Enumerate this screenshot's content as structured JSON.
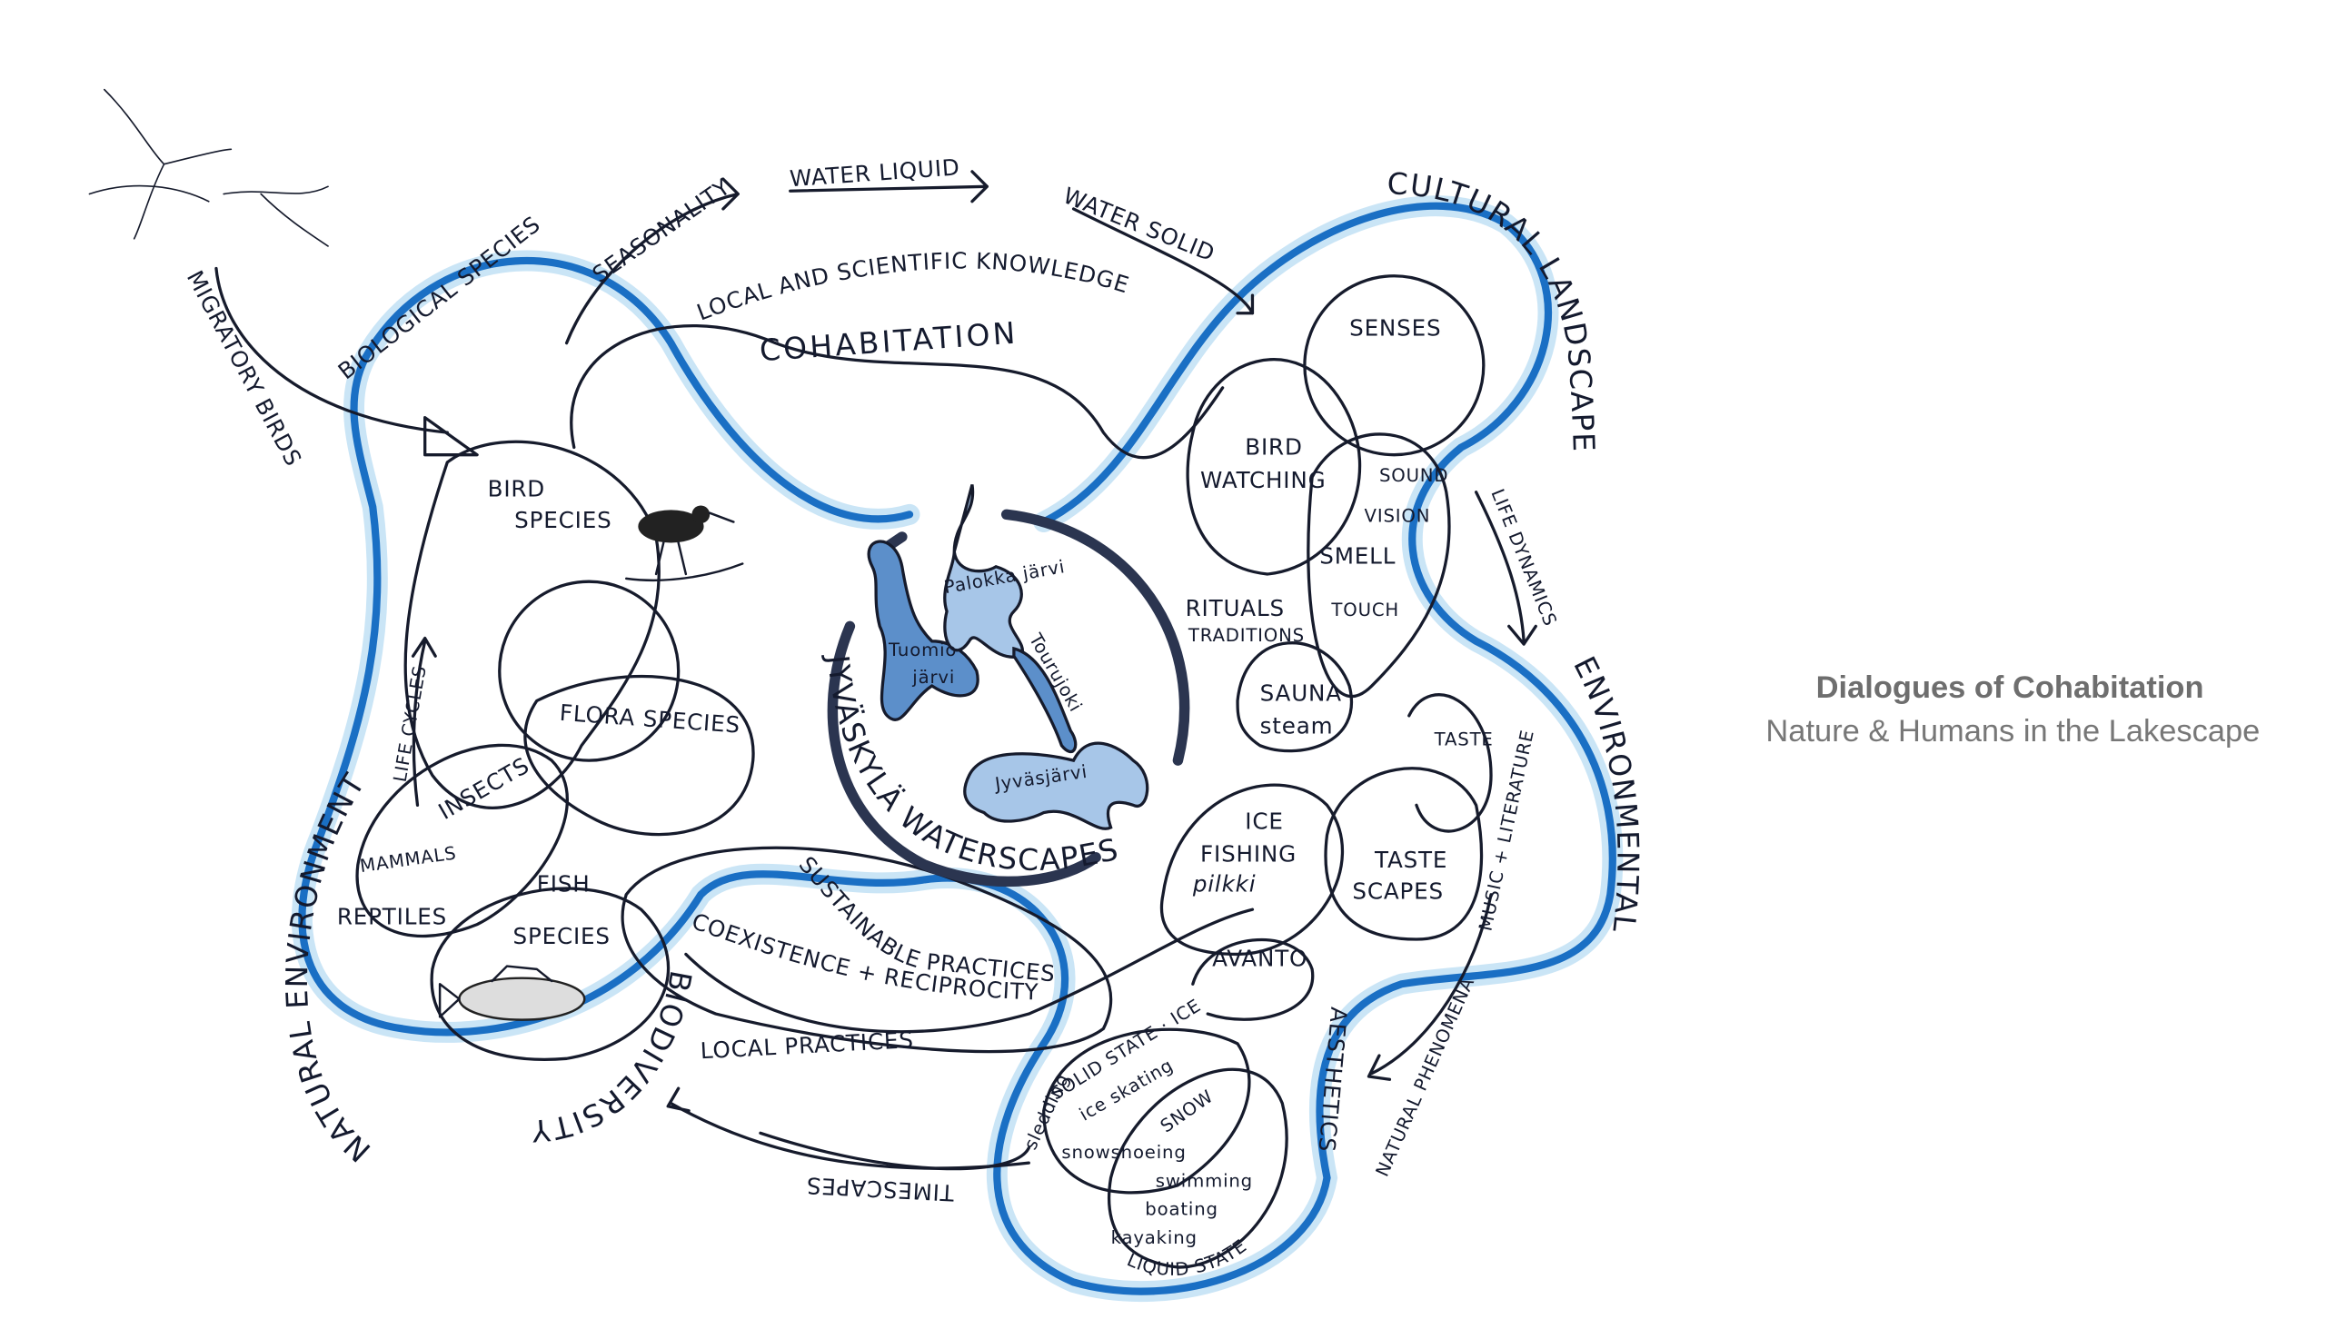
{
  "title": "Dialogues of Cohabitation",
  "subtitle": "Nature & Humans in the Lakescape",
  "colors": {
    "river": "#1a6fc4",
    "river_glow": "#9fd0ef",
    "ink": "#161b2c",
    "lake": "#a7c6e8",
    "title": "#6e6e6e"
  },
  "labels": {
    "migratory_birds": "MIGRATORY BIRDS",
    "biological_species": "BIOLOGICAL SPECIES",
    "seasonality": "SEASONALITY",
    "water_liquid": "WATER LIQUID",
    "water_solid": "WATER SOLID",
    "knowledge": "LOCAL AND SCIENTIFIC KNOWLEDGE",
    "cohabitation": "COHABITATION",
    "cultural_landscape": "CULTURAL LANDSCAPE",
    "senses": "SENSES",
    "bird_watching_1": "BIRD",
    "bird_watching_2": "WATCHING",
    "sound": "SOUND",
    "vision": "VISION",
    "smell": "SMELL",
    "touch": "TOUCH",
    "life_dynamics": "LIFE DYNAMICS",
    "rituals": "RITUALS",
    "traditions": "TRADITIONS",
    "sauna": "SAUNA",
    "steam": "steam",
    "taste": "TASTE",
    "music_literature": "MUSIC + LITERATURE",
    "environmental": "ENVIRONMENTAL",
    "ice": "ICE",
    "fishing": "FISHING",
    "pilkki": "pilkki",
    "taste_1": "TASTE",
    "scapes": "SCAPES",
    "avanto": "AVANTO",
    "natural_phenomena": "NATURAL PHENOMENA",
    "aesthetics": "AESTHETICS",
    "bird_species_1": "BIRD",
    "bird_species_2": "SPECIES",
    "flora_species": "FLORA SPECIES",
    "insects": "INSECTS",
    "life_cycles": "LIFE CYCLES",
    "mammals": "MAMMALS",
    "reptiles": "REPTILES",
    "fish": "FISH",
    "fish_species": "SPECIES",
    "natural_environment": "NATURAL ENVIRONMENT",
    "biodiversity": "BIODIVERSITY",
    "sustainable_practices": "SUSTAINABLE PRACTICES",
    "coexistence": "COEXISTENCE + RECIPROCITY",
    "local_practices": "LOCAL PRACTICES",
    "timescapes": "TIMESCAPES",
    "waterscapes": "JYVÄSKYLÄ WATERSCAPES",
    "palokkajarvi": "Palokka järvi",
    "tuomiojarvi_1": "Tuomio",
    "tuomiojarvi_2": "järvi",
    "tourujoki": "Tourujoki",
    "jyvasjarvi": "Jyväsjärvi",
    "sledding": "sledding",
    "solid_state": "SOLID STATE · ICE",
    "ice_skating": "ice skating",
    "snow": "SNOW",
    "snowshoeing": "snowshoeing",
    "swimming": "swimming",
    "boating": "boating",
    "kayaking": "kayaking",
    "liquid_state": "LIQUID STATE"
  }
}
